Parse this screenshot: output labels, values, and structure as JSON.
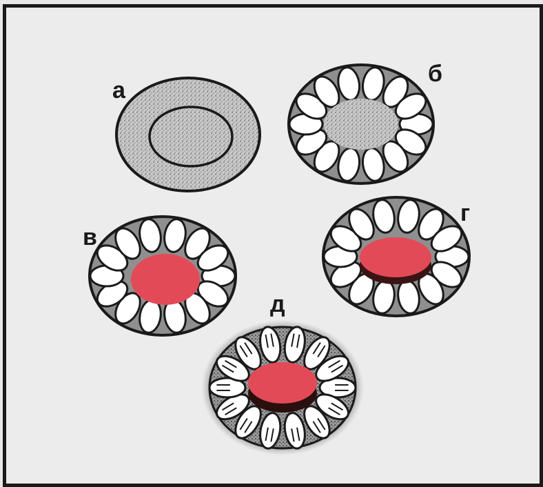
{
  "figure": {
    "labels": {
      "a": "а",
      "b": "б",
      "v": "в",
      "g": "г",
      "d": "д"
    }
  },
  "colors": {
    "outline": "#1a1a1a",
    "stipple": "#9a9a9a",
    "red_core": "#e34a57",
    "petal": "#ffffff",
    "background": "#ececec"
  },
  "icons": {
    "stage_a": "stippled-oval-with-inner-ring-icon",
    "stage_b": "oval-with-petals-gray-core-icon",
    "stage_v": "oval-with-petals-red-core-icon",
    "stage_g": "oval-with-petals-raised-red-core-icon",
    "stage_d": "flower-with-ribbed-petals-raised-red-core-icon"
  }
}
